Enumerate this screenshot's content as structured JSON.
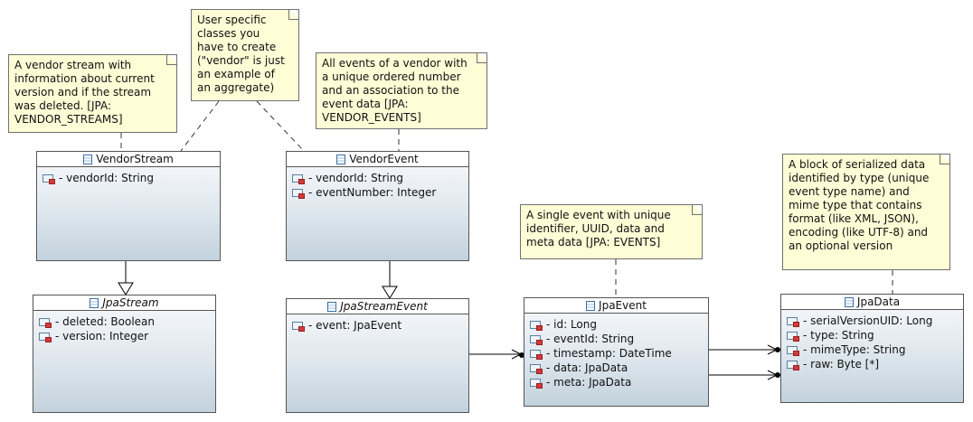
{
  "notes": {
    "vendor_stream": "A vendor stream with\ninformation about current\nversion and if the stream\nwas deleted. [JPA:\nVENDOR_STREAMS]",
    "user_specific": "User specific\nclasses you\nhave to create\n(\"vendor\" is just\nan example of\nan aggregate)",
    "vendor_events": "All events of a vendor with\na unique ordered number\nand an association to the\nevent data [JPA:\nVENDOR_EVENTS]",
    "single_event": "A single event with unique\nidentifier, UUID, data and\nmeta data [JPA: EVENTS]",
    "data_block": "A block of serialized data\nidentified by type (unique\nevent type name) and\nmime type that contains\nformat (like XML, JSON),\nencoding (like UTF-8) and\nan optional version"
  },
  "classes": {
    "vendor_stream": {
      "name": "VendorStream",
      "attributes": [
        "- vendorId: String"
      ]
    },
    "vendor_event": {
      "name": "VendorEvent",
      "attributes": [
        "- vendorId: String",
        "- eventNumber: Integer"
      ]
    },
    "jpa_stream": {
      "name": "JpaStream",
      "abstract": true,
      "attributes": [
        "- deleted: Boolean",
        "- version: Integer"
      ]
    },
    "jpa_stream_event": {
      "name": "JpaStreamEvent",
      "abstract": true,
      "attributes": [
        "- event: JpaEvent"
      ]
    },
    "jpa_event": {
      "name": "JpaEvent",
      "attributes": [
        "- id: Long",
        "- eventId: String",
        "- timestamp: DateTime",
        "- data: JpaData",
        "- meta: JpaData"
      ]
    },
    "jpa_data": {
      "name": "JpaData",
      "attributes": [
        "- serialVersionUID: Long",
        "- type: String",
        "- mimeType: String",
        "- raw: Byte [*]"
      ]
    }
  },
  "icons": {
    "class": "class-icon",
    "private_attribute": "private-attribute-icon"
  },
  "colors": {
    "note_fill": "#fffdd6",
    "class_gradient_top": "#f8fafc",
    "class_gradient_bottom": "#c2d2dc",
    "line": "#000000"
  }
}
